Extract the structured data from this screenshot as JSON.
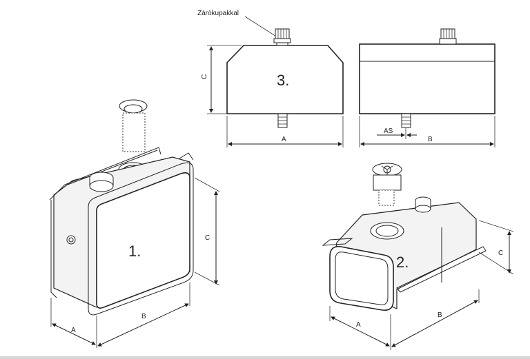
{
  "labels": {
    "cap_callout": "Zárókupakkal",
    "view3": "3.",
    "view1": "1.",
    "view2": "2."
  },
  "dimensions": {
    "a": "A",
    "b": "B",
    "c": "C",
    "as": "AS"
  }
}
